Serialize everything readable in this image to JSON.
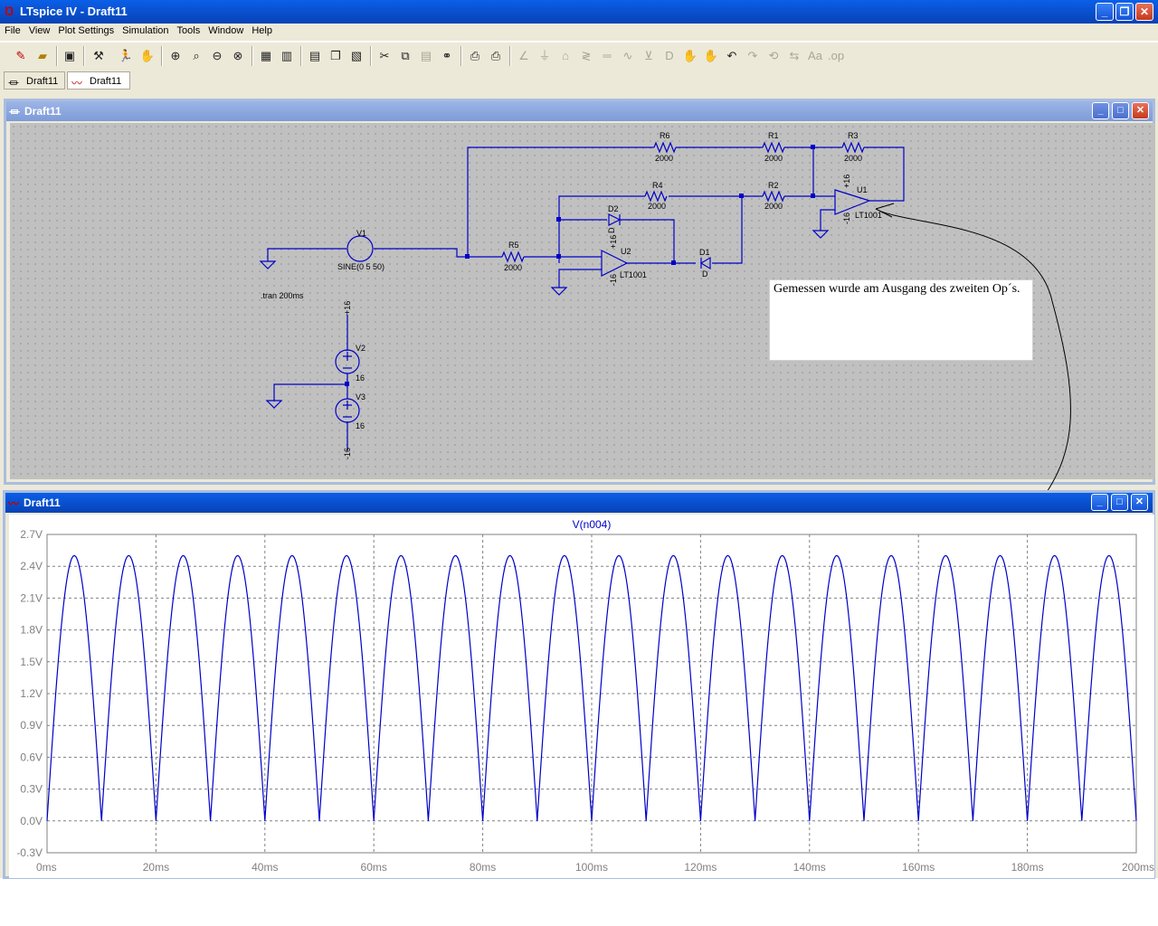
{
  "app": {
    "title": "LTspice IV - Draft11"
  },
  "menu": [
    "File",
    "View",
    "Plot Settings",
    "Simulation",
    "Tools",
    "Window",
    "Help"
  ],
  "tabs": [
    {
      "label": "Draft11"
    },
    {
      "label": "Draft11"
    }
  ],
  "schematic": {
    "window_title": "Draft11",
    "components": {
      "r6": {
        "name": "R6",
        "value": "2000"
      },
      "r1": {
        "name": "R1",
        "value": "2000"
      },
      "r3": {
        "name": "R3",
        "value": "2000"
      },
      "r4": {
        "name": "R4",
        "value": "2000"
      },
      "r2": {
        "name": "R2",
        "value": "2000"
      },
      "r5": {
        "name": "R5",
        "value": "2000"
      },
      "d2": {
        "name": "D2",
        "value": "D"
      },
      "d1": {
        "name": "D1",
        "value": "D"
      },
      "u1": {
        "name": "U1",
        "model": "LT1001",
        "vplus": "+16",
        "vminus": "-16"
      },
      "u2": {
        "name": "U2",
        "model": "LT1001",
        "vplus": "+16",
        "vminus": "-16"
      },
      "v1": {
        "name": "V1",
        "value": "SINE(0 5 50)"
      },
      "v2": {
        "name": "V2",
        "value": "16",
        "net": "+16"
      },
      "v3": {
        "name": "V3",
        "value": "16",
        "net": "-16"
      }
    },
    "directive": ".tran 200ms",
    "note": "Gemessen wurde am Ausgang des zweiten Op´s."
  },
  "plot": {
    "window_title": "Draft11"
  },
  "chart_data": {
    "type": "line",
    "title": "V(n004)",
    "xlabel": "",
    "ylabel": "",
    "xlim": [
      0,
      200
    ],
    "ylim": [
      -0.3,
      2.7
    ],
    "x_unit": "ms",
    "y_unit": "V",
    "x_ticks": [
      "0ms",
      "20ms",
      "40ms",
      "60ms",
      "80ms",
      "100ms",
      "120ms",
      "140ms",
      "160ms",
      "180ms",
      "200ms"
    ],
    "y_ticks": [
      "2.7V",
      "2.4V",
      "2.1V",
      "1.8V",
      "1.5V",
      "1.2V",
      "0.9V",
      "0.6V",
      "0.3V",
      "0.0V",
      "-0.3V"
    ],
    "grid": true,
    "series": [
      {
        "name": "V(n004)",
        "color": "#0000c8",
        "waveform": "full-wave rectified sine",
        "frequency_hz": 50,
        "amplitude": 2.5,
        "offset": 0
      }
    ]
  },
  "colors": {
    "wire": "#0000c8",
    "trace": "#0000c8",
    "grid": "#808080",
    "schematic_bg": "#c0c0c0",
    "title_active": "#0842b5"
  }
}
